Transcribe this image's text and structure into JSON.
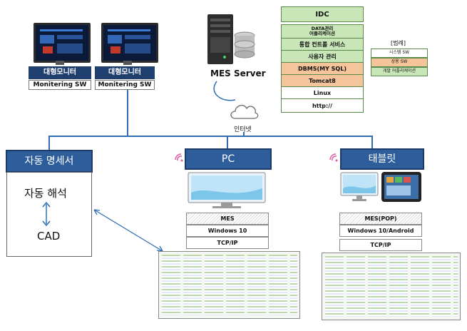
{
  "monitors": [
    {
      "title": "대형모니터",
      "sw": "Monitering SW"
    },
    {
      "title": "대형모니터",
      "sw": "Monitering SW"
    }
  ],
  "server": {
    "label": "MES Server"
  },
  "idc": {
    "header": "IDC",
    "items": [
      {
        "text": "DATA관리\n어플리케이션",
        "kind": "green"
      },
      {
        "text": "통합 컨트롤 서비스",
        "kind": "green"
      },
      {
        "text": "사용자 관리",
        "kind": "green"
      },
      {
        "text": "DBMS(MY SQL)",
        "kind": "orange"
      },
      {
        "text": "Tomcat8",
        "kind": "orange"
      },
      {
        "text": "Linux",
        "kind": "white"
      },
      {
        "text": "http://",
        "kind": "white"
      }
    ]
  },
  "legend": {
    "title": "[범례]",
    "items": [
      {
        "text": "시스템 SW",
        "kind": "white"
      },
      {
        "text": "상용 SW",
        "kind": "orange"
      },
      {
        "text": "개발 어플리케이션",
        "kind": "green"
      }
    ]
  },
  "internet": {
    "label": "인터넷"
  },
  "auto_spec": {
    "title": "자동 명세서",
    "analysis": "자동 해석",
    "cad": "CAD"
  },
  "pc": {
    "title": "PC",
    "stack": [
      "MES",
      "Windows 10",
      "TCP/IP"
    ]
  },
  "tablet": {
    "title": "태블릿",
    "stack": [
      "MES(POP)",
      "Windows 10/Android",
      "TCP/IP"
    ]
  },
  "colors": {
    "accent_blue": "#2e5d9c",
    "line_blue": "#2f6db5",
    "green": "#c9e6b8",
    "orange": "#f5c49a"
  }
}
